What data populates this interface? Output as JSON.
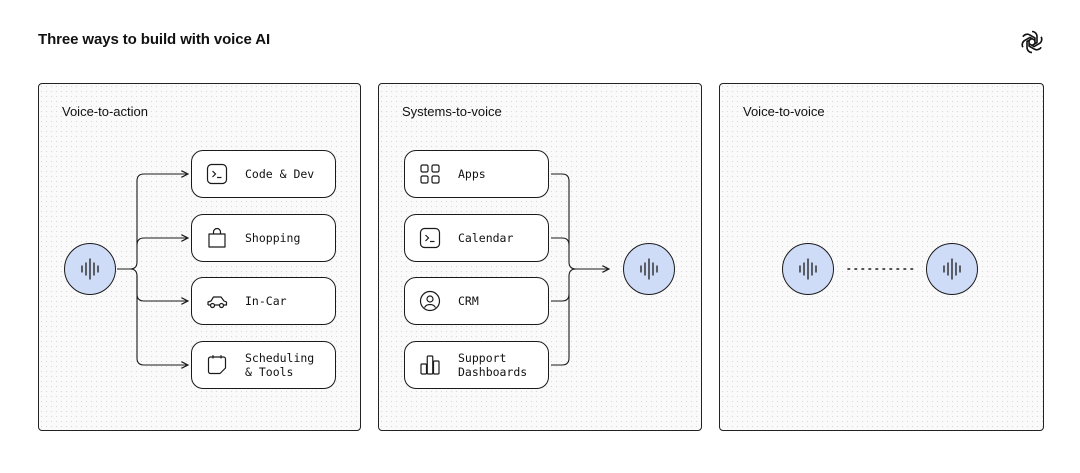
{
  "header": {
    "title": "Three ways to build with voice AI",
    "logo": "openai-logo-icon"
  },
  "panels": [
    {
      "title": "Voice-to-action",
      "items": [
        {
          "label": "Code & Dev",
          "icon": "terminal-icon"
        },
        {
          "label": "Shopping",
          "icon": "shopping-bag-icon"
        },
        {
          "label": "In-Car",
          "icon": "car-icon"
        },
        {
          "label": "Scheduling\n& Tools",
          "icon": "calendar-note-icon"
        }
      ]
    },
    {
      "title": "Systems-to-voice",
      "items": [
        {
          "label": "Apps",
          "icon": "apps-grid-icon"
        },
        {
          "label": "Calendar",
          "icon": "terminal-icon"
        },
        {
          "label": "CRM",
          "icon": "user-circle-icon"
        },
        {
          "label": "Support\nDashboards",
          "icon": "bar-chart-icon"
        }
      ]
    },
    {
      "title": "Voice-to-voice",
      "items": []
    }
  ],
  "colors": {
    "voice_node": "#cfdcf7",
    "stroke": "#1a1a1a",
    "panel_bg": "#fafafa"
  }
}
